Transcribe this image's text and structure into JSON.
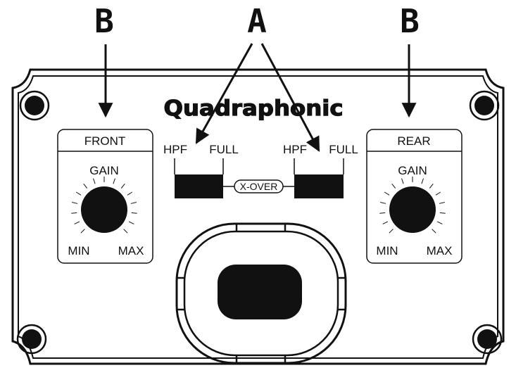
{
  "callouts": {
    "left": "B",
    "center": "A",
    "right": "B"
  },
  "brand": "Quadraphonic",
  "front": {
    "title": "FRONT",
    "gain": "GAIN",
    "min": "MIN",
    "max": "MAX"
  },
  "rear": {
    "title": "REAR",
    "gain": "GAIN",
    "min": "MIN",
    "max": "MAX"
  },
  "crossover": {
    "left": {
      "hpf": "HPF",
      "full": "FULL"
    },
    "right": {
      "hpf": "HPF",
      "full": "FULL"
    },
    "label": "X-OVER"
  }
}
